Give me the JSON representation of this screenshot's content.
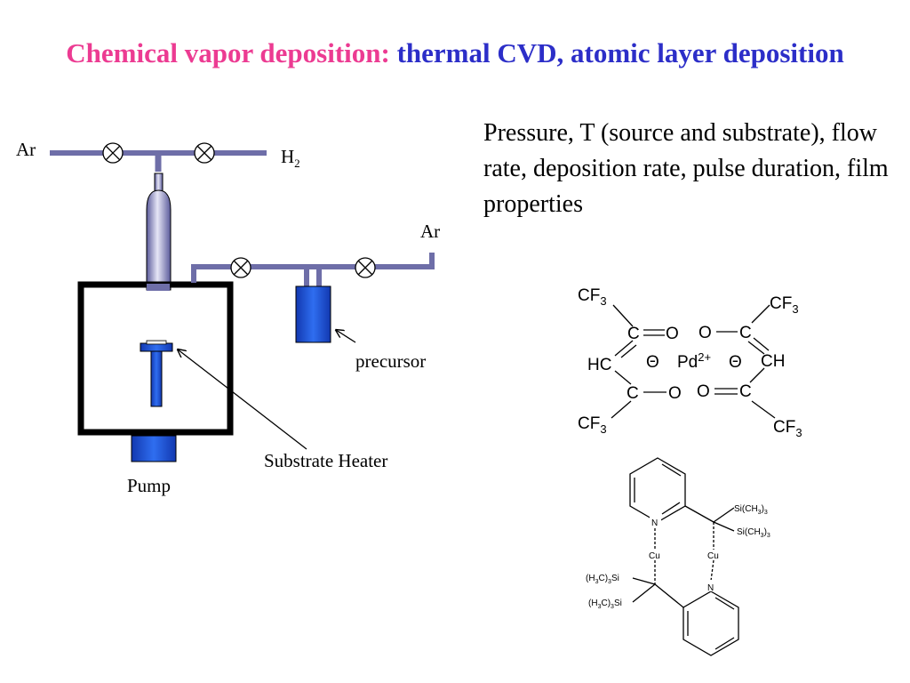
{
  "title": {
    "part1": "Chemical vapor deposition:",
    "part2": "thermal CVD, atomic layer deposition"
  },
  "parameters_text": "Pressure, T (source and substrate), flow rate, deposition rate, pulse duration,  film properties",
  "apparatus": {
    "ar_top": "Ar",
    "h2": "H",
    "h2_sub": "2",
    "ar_right": "Ar",
    "precursor": "precursor",
    "substrate_heater": "Substrate Heater",
    "pump": "Pump"
  },
  "pd_complex": {
    "cf_top_left": "CF",
    "sub_top_left": "3",
    "cf_top_right": "CF",
    "sub_top_right": "3",
    "c_tl": "C",
    "o_tl": "O",
    "o_tr": "O",
    "c_tr": "C",
    "hc": "HC",
    "theta_left": "Θ",
    "pd": "Pd",
    "pd_charge": "2+",
    "theta_right": "Θ",
    "ch": "CH",
    "c_bl": "C",
    "o_bl": "O",
    "o_br": "O",
    "c_br": "C",
    "cf_bot_left": "CF",
    "sub_bot_left": "3",
    "cf_bot_right": "CF",
    "sub_bot_right": "3"
  },
  "cu_complex": {
    "n_top": "N",
    "n_bottom": "N",
    "cu_left": "Cu",
    "cu_right": "Cu",
    "si_r1": "Si(CH",
    "si_r1_sub": "3",
    "si_r1_close": ")",
    "si_r1_sub2": "3",
    "si_r2": "Si(CH",
    "si_r2_sub": "3",
    "si_r2_close": ")",
    "si_r2_sub2": "3",
    "si_l1_open": "(H",
    "si_l1_sub": "3",
    "si_l1_mid": "C)",
    "si_l1_sub2": "3",
    "si_l1_end": "Si",
    "si_l2_open": "(H",
    "si_l2_sub": "3",
    "si_l2_mid": "C)",
    "si_l2_sub2": "3",
    "si_l2_end": "Si"
  },
  "colors": {
    "title_pink": "#ec3b92",
    "title_blue": "#2c2ec8",
    "pipe": "#6e6ea8",
    "vessel_blue": "#1f4fd8"
  }
}
